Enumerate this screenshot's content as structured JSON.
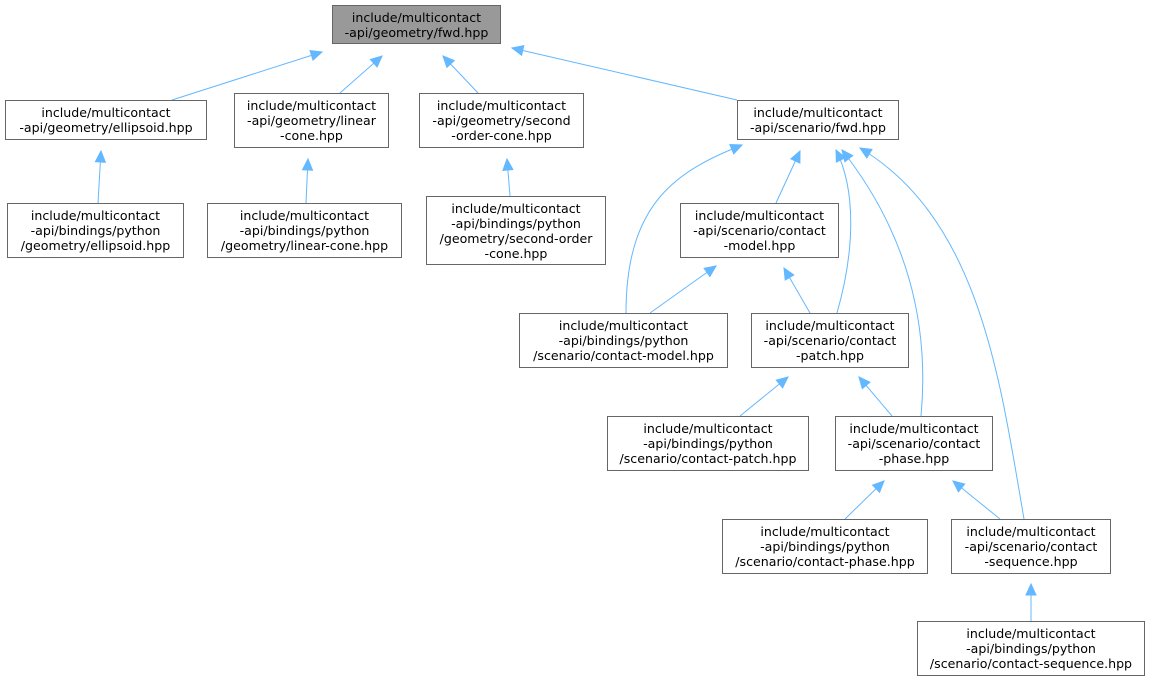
{
  "diagram": {
    "edge_color": "#63b8ff",
    "root_fill": "#999999",
    "nodes": [
      {
        "id": "geometry-fwd",
        "lines": [
          "include/multicontact",
          "-api/geometry/fwd.hpp"
        ],
        "root": true
      },
      {
        "id": "geometry-ellipsoid",
        "lines": [
          "include/multicontact",
          "-api/geometry/ellipsoid.hpp"
        ]
      },
      {
        "id": "geometry-linear-cone",
        "lines": [
          "include/multicontact",
          "-api/geometry/linear",
          "-cone.hpp"
        ]
      },
      {
        "id": "geometry-second-order-cone",
        "lines": [
          "include/multicontact",
          "-api/geometry/second",
          "-order-cone.hpp"
        ]
      },
      {
        "id": "scenario-fwd",
        "lines": [
          "include/multicontact",
          "-api/scenario/fwd.hpp"
        ]
      },
      {
        "id": "py-geometry-ellipsoid",
        "lines": [
          "include/multicontact",
          "-api/bindings/python",
          "/geometry/ellipsoid.hpp"
        ]
      },
      {
        "id": "py-geometry-linear-cone",
        "lines": [
          "include/multicontact",
          "-api/bindings/python",
          "/geometry/linear-cone.hpp"
        ]
      },
      {
        "id": "py-geometry-second-order-cone",
        "lines": [
          "include/multicontact",
          "-api/bindings/python",
          "/geometry/second-order",
          "-cone.hpp"
        ]
      },
      {
        "id": "scenario-contact-model",
        "lines": [
          "include/multicontact",
          "-api/scenario/contact",
          "-model.hpp"
        ]
      },
      {
        "id": "py-scenario-contact-model",
        "lines": [
          "include/multicontact",
          "-api/bindings/python",
          "/scenario/contact-model.hpp"
        ]
      },
      {
        "id": "scenario-contact-patch",
        "lines": [
          "include/multicontact",
          "-api/scenario/contact",
          "-patch.hpp"
        ]
      },
      {
        "id": "py-scenario-contact-patch",
        "lines": [
          "include/multicontact",
          "-api/bindings/python",
          "/scenario/contact-patch.hpp"
        ]
      },
      {
        "id": "scenario-contact-phase",
        "lines": [
          "include/multicontact",
          "-api/scenario/contact",
          "-phase.hpp"
        ]
      },
      {
        "id": "py-scenario-contact-phase",
        "lines": [
          "include/multicontact",
          "-api/bindings/python",
          "/scenario/contact-phase.hpp"
        ]
      },
      {
        "id": "scenario-contact-sequence",
        "lines": [
          "include/multicontact",
          "-api/scenario/contact",
          "-sequence.hpp"
        ]
      },
      {
        "id": "py-scenario-contact-sequence",
        "lines": [
          "include/multicontact",
          "-api/bindings/python",
          "/scenario/contact-sequence.hpp"
        ]
      }
    ],
    "edges": [
      {
        "from": "geometry-ellipsoid",
        "to": "geometry-fwd"
      },
      {
        "from": "geometry-linear-cone",
        "to": "geometry-fwd"
      },
      {
        "from": "geometry-second-order-cone",
        "to": "geometry-fwd"
      },
      {
        "from": "scenario-fwd",
        "to": "geometry-fwd"
      },
      {
        "from": "py-geometry-ellipsoid",
        "to": "geometry-ellipsoid"
      },
      {
        "from": "py-geometry-linear-cone",
        "to": "geometry-linear-cone"
      },
      {
        "from": "py-geometry-second-order-cone",
        "to": "geometry-second-order-cone"
      },
      {
        "from": "py-scenario-contact-model",
        "to": "scenario-fwd"
      },
      {
        "from": "scenario-contact-model",
        "to": "scenario-fwd"
      },
      {
        "from": "scenario-contact-patch",
        "to": "scenario-fwd"
      },
      {
        "from": "scenario-contact-phase",
        "to": "scenario-fwd"
      },
      {
        "from": "scenario-contact-sequence",
        "to": "scenario-fwd"
      },
      {
        "from": "py-scenario-contact-model",
        "to": "scenario-contact-model"
      },
      {
        "from": "scenario-contact-patch",
        "to": "scenario-contact-model"
      },
      {
        "from": "py-scenario-contact-patch",
        "to": "scenario-contact-patch"
      },
      {
        "from": "scenario-contact-phase",
        "to": "scenario-contact-patch"
      },
      {
        "from": "py-scenario-contact-phase",
        "to": "scenario-contact-phase"
      },
      {
        "from": "scenario-contact-sequence",
        "to": "scenario-contact-phase"
      },
      {
        "from": "py-scenario-contact-sequence",
        "to": "scenario-contact-sequence"
      }
    ]
  }
}
